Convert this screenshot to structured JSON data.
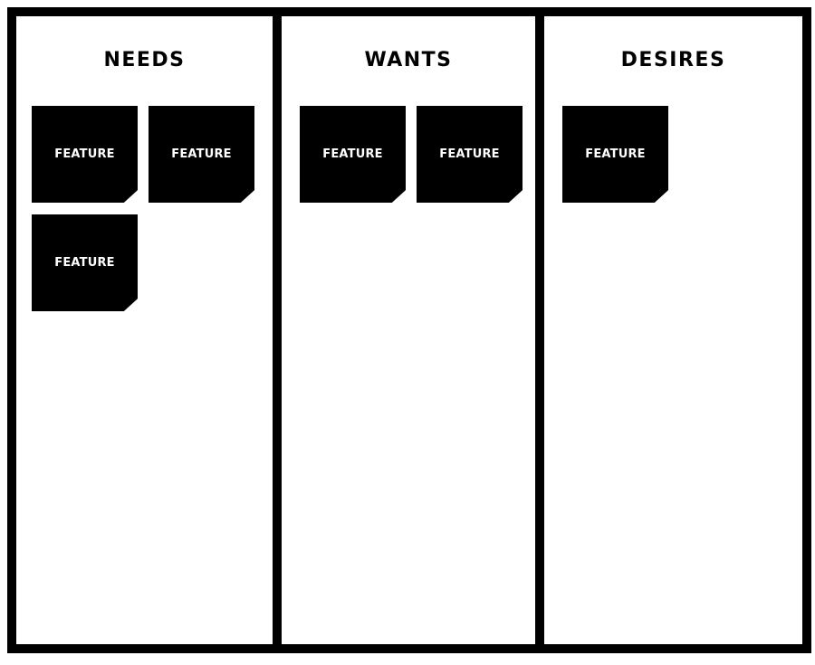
{
  "board": {
    "columns": [
      {
        "title": "NEEDS",
        "notes": [
          "FEATURE",
          "FEATURE",
          "FEATURE"
        ]
      },
      {
        "title": "WANTS",
        "notes": [
          "FEATURE",
          "FEATURE"
        ]
      },
      {
        "title": "DESIRES",
        "notes": [
          "FEATURE"
        ]
      }
    ]
  },
  "colors": {
    "border": "#000000",
    "note_background": "#000000",
    "note_text": "#ffffff",
    "background": "#ffffff"
  }
}
